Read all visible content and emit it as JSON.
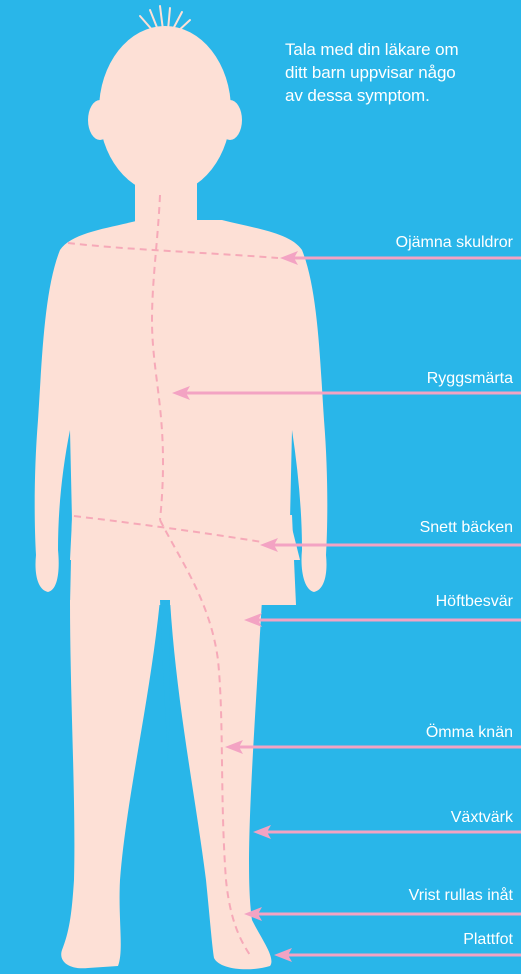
{
  "intro": {
    "lines": [
      "Tala med din läkare om",
      "ditt barn uppvisar någo",
      "av dessa symptom."
    ]
  },
  "labels": [
    "Ojämna skuldror",
    "Ryggsmärta",
    "Snett bäcken",
    "Höftbesvär",
    "Ömma knän",
    "Växtvärk",
    "Vrist rullas inåt",
    "Plattfot"
  ],
  "colors": {
    "background": "#29b6e9",
    "body": "#fde0d6",
    "arrow": "#f3a3c3",
    "dashed": "#f6a9b8",
    "text": "#ffffff"
  }
}
